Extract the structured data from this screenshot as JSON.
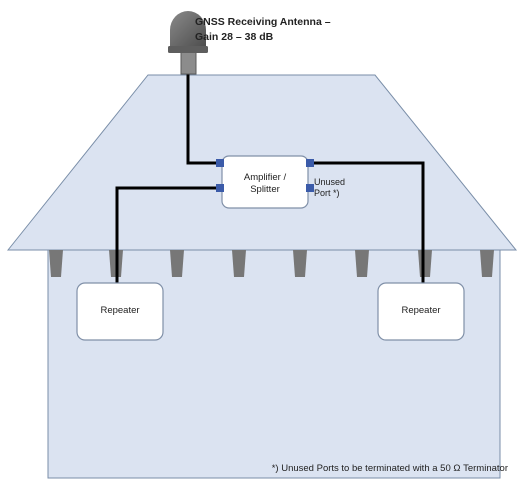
{
  "antenna": {
    "title_line1": "GNSS Receiving Antenna –",
    "title_line2": "Gain 28 – 38 dB"
  },
  "splitter": {
    "line1": "Amplifier /",
    "line2": "Splitter"
  },
  "unused_port": {
    "line1": "Unused",
    "line2": "Port *)"
  },
  "repeaters": [
    {
      "label": "Repeater"
    },
    {
      "label": "Repeater"
    }
  ],
  "footnote": "*) Unused Ports to be terminated with a 50 Ω Terminator",
  "colors": {
    "building_fill": "#dbe3f1",
    "building_stroke": "#7a8ea8",
    "eave_fill": "#777777",
    "box_stroke": "#8090a8",
    "port": "#3b5ba9",
    "cable": "#000000",
    "antenna_dome": "#6a6a6a"
  },
  "icons": {
    "antenna": "dome-antenna-icon",
    "port": "port-square-icon"
  }
}
